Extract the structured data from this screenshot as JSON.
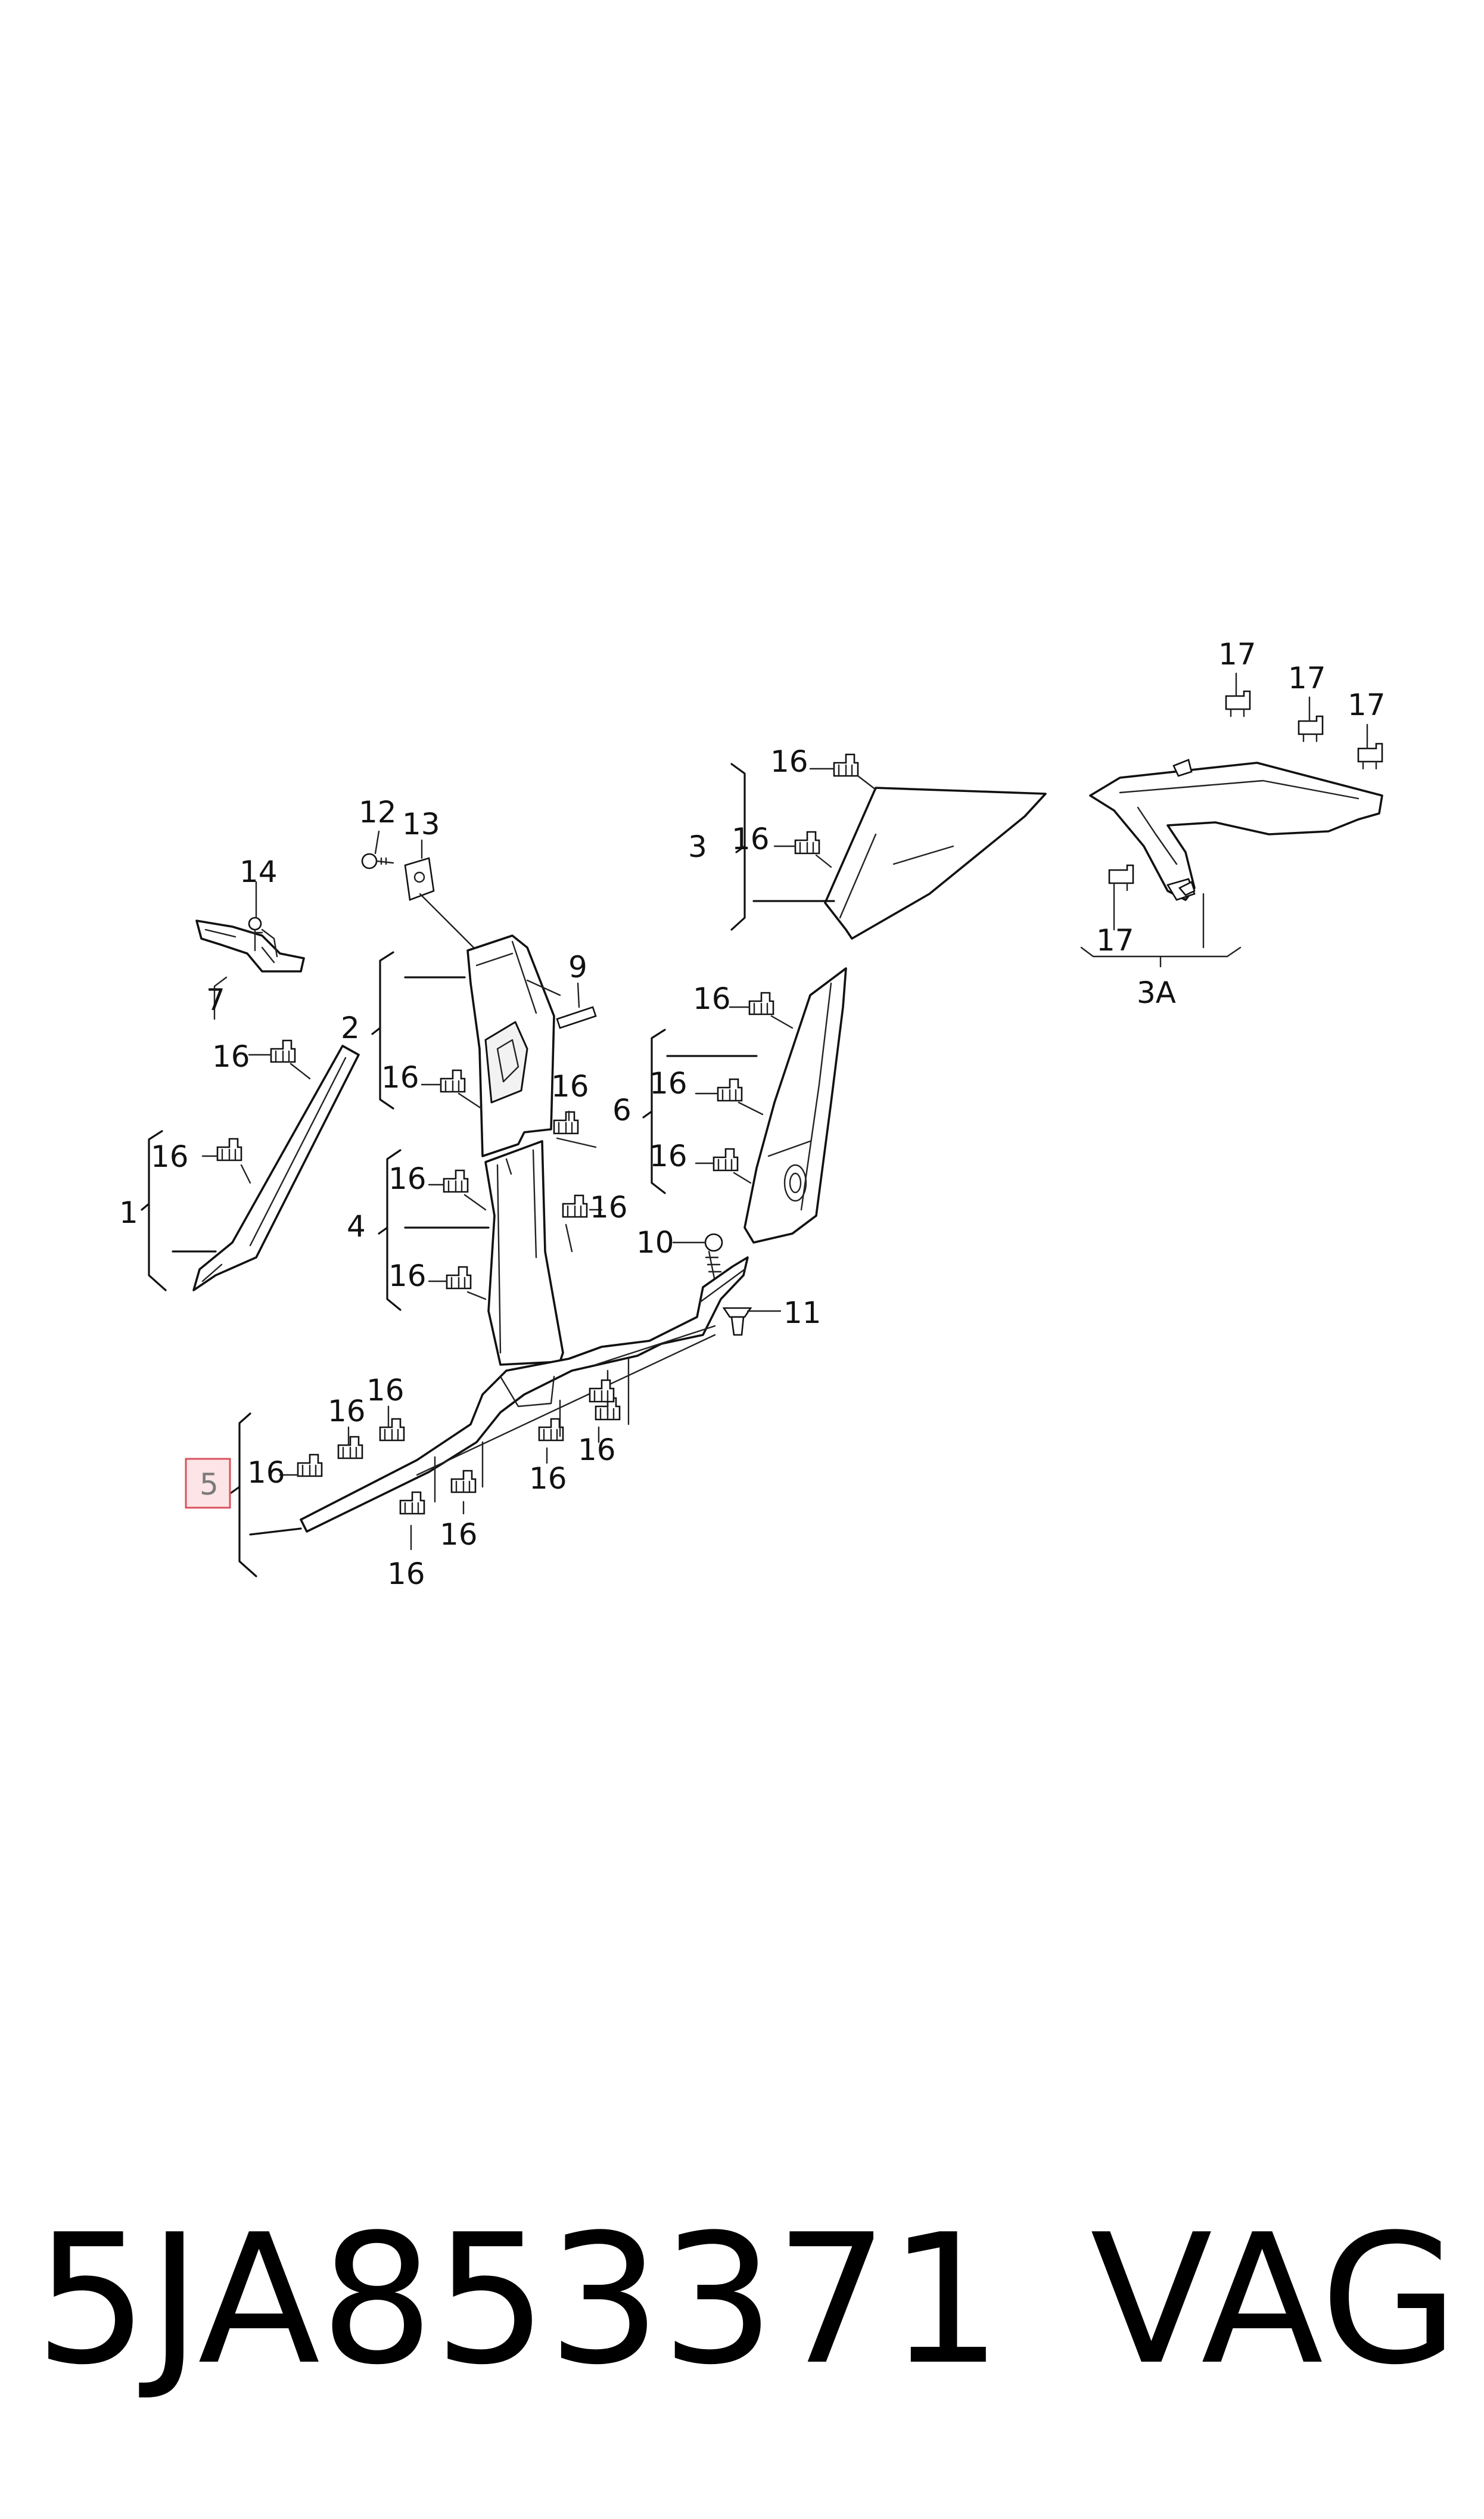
{
  "labels": {
    "l1": "1",
    "l2": "2",
    "l3": "3",
    "l3a": "3A",
    "l4": "4",
    "l5": "5",
    "l6": "6",
    "l7": "7",
    "l9": "9",
    "l10": "10",
    "l11": "11",
    "l12": "12",
    "l13": "13",
    "l14": "14",
    "l16": "16",
    "l17": "17"
  },
  "highlighted_item": "5",
  "footer": {
    "part_number": "5JA853371",
    "brand": "VAG"
  },
  "colors": {
    "highlight_fill": "#fde4e6",
    "highlight_stroke": "#d9535d",
    "line": "#111111"
  }
}
